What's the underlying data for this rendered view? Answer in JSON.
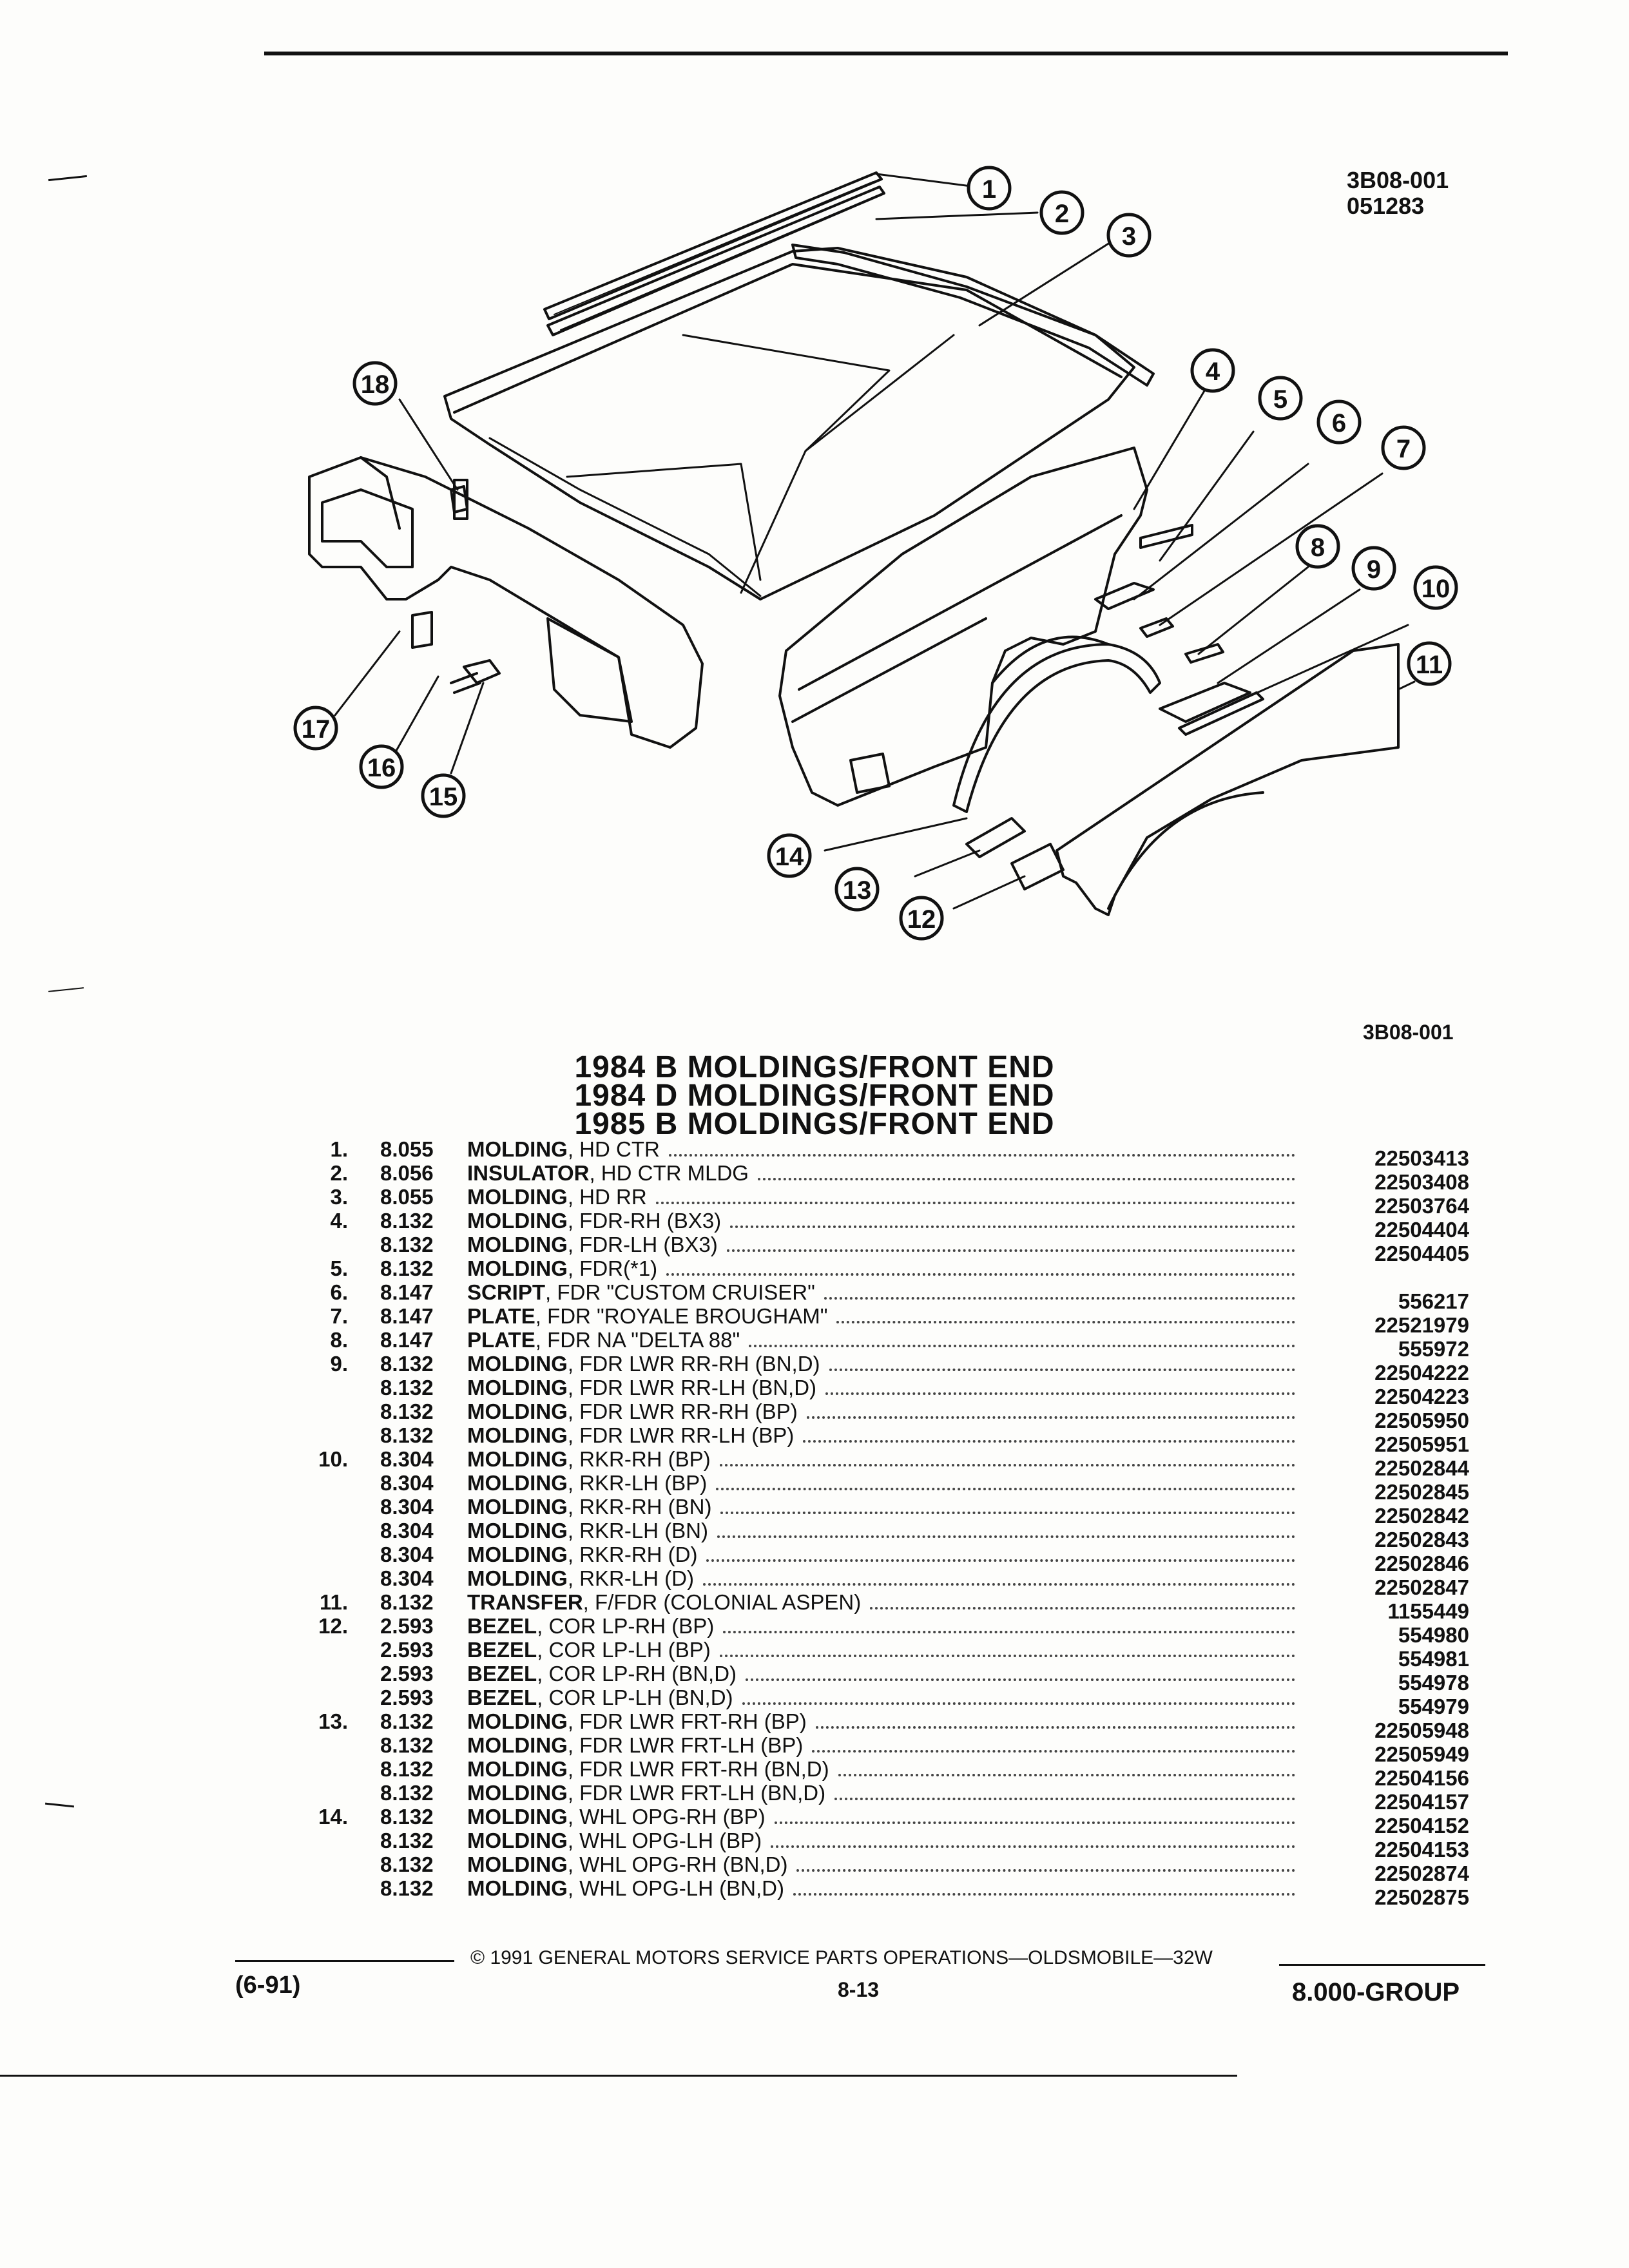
{
  "header": {
    "figure_code": "3B08-001",
    "figure_date": "051283",
    "figure_code_bottom": "3B08-001"
  },
  "callouts": [
    "1",
    "2",
    "3",
    "4",
    "5",
    "6",
    "7",
    "8",
    "9",
    "10",
    "11",
    "12",
    "13",
    "14",
    "15",
    "16",
    "17",
    "18"
  ],
  "titles": [
    "1984 B MOLDINGS/FRONT END",
    "1984 D MOLDINGS/FRONT END",
    "1985 B MOLDINGS/FRONT END"
  ],
  "parts": [
    {
      "index": "1.",
      "group": "8.055",
      "name": "MOLDING",
      "detail": ", HD CTR",
      "part": "22503413"
    },
    {
      "index": "2.",
      "group": "8.056",
      "name": "INSULATOR",
      "detail": ", HD CTR MLDG",
      "part": "22503408"
    },
    {
      "index": "3.",
      "group": "8.055",
      "name": "MOLDING",
      "detail": ", HD RR",
      "part": "22503764"
    },
    {
      "index": "4.",
      "group": "8.132",
      "name": "MOLDING",
      "detail": ", FDR-RH (BX3)",
      "part": "22504404"
    },
    {
      "index": "",
      "group": "8.132",
      "name": "MOLDING",
      "detail": ", FDR-LH (BX3)",
      "part": "22504405"
    },
    {
      "index": "5.",
      "group": "8.132",
      "name": "MOLDING",
      "detail": ", FDR(*1)",
      "part": ""
    },
    {
      "index": "6.",
      "group": "8.147",
      "name": "SCRIPT",
      "detail": ", FDR \"CUSTOM CRUISER\"",
      "part": "556217"
    },
    {
      "index": "7.",
      "group": "8.147",
      "name": "PLATE",
      "detail": ", FDR \"ROYALE BROUGHAM\"",
      "part": "22521979"
    },
    {
      "index": "8.",
      "group": "8.147",
      "name": "PLATE",
      "detail": ", FDR NA \"DELTA 88\"",
      "part": "555972"
    },
    {
      "index": "9.",
      "group": "8.132",
      "name": "MOLDING",
      "detail": ", FDR LWR RR-RH (BN,D)",
      "part": "22504222"
    },
    {
      "index": "",
      "group": "8.132",
      "name": "MOLDING",
      "detail": ", FDR LWR RR-LH (BN,D)",
      "part": "22504223"
    },
    {
      "index": "",
      "group": "8.132",
      "name": "MOLDING",
      "detail": ", FDR LWR RR-RH (BP)",
      "part": "22505950"
    },
    {
      "index": "",
      "group": "8.132",
      "name": "MOLDING",
      "detail": ", FDR LWR RR-LH (BP)",
      "part": "22505951"
    },
    {
      "index": "10.",
      "group": "8.304",
      "name": "MOLDING",
      "detail": ", RKR-RH (BP)",
      "part": "22502844"
    },
    {
      "index": "",
      "group": "8.304",
      "name": "MOLDING",
      "detail": ", RKR-LH (BP)",
      "part": "22502845"
    },
    {
      "index": "",
      "group": "8.304",
      "name": "MOLDING",
      "detail": ", RKR-RH (BN)",
      "part": "22502842"
    },
    {
      "index": "",
      "group": "8.304",
      "name": "MOLDING",
      "detail": ", RKR-LH (BN)",
      "part": "22502843"
    },
    {
      "index": "",
      "group": "8.304",
      "name": "MOLDING",
      "detail": ", RKR-RH (D)",
      "part": "22502846"
    },
    {
      "index": "",
      "group": "8.304",
      "name": "MOLDING",
      "detail": ", RKR-LH (D)",
      "part": "22502847"
    },
    {
      "index": "11.",
      "group": "8.132",
      "name": "TRANSFER",
      "detail": ", F/FDR (COLONIAL ASPEN)",
      "part": "1155449"
    },
    {
      "index": "12.",
      "group": "2.593",
      "name": "BEZEL",
      "detail": ", COR LP-RH (BP)",
      "part": "554980"
    },
    {
      "index": "",
      "group": "2.593",
      "name": "BEZEL",
      "detail": ", COR LP-LH (BP)",
      "part": "554981"
    },
    {
      "index": "",
      "group": "2.593",
      "name": "BEZEL",
      "detail": ", COR LP-RH (BN,D)",
      "part": "554978"
    },
    {
      "index": "",
      "group": "2.593",
      "name": "BEZEL",
      "detail": ", COR LP-LH (BN,D)",
      "part": "554979"
    },
    {
      "index": "13.",
      "group": "8.132",
      "name": "MOLDING",
      "detail": ", FDR LWR FRT-RH (BP)",
      "part": "22505948"
    },
    {
      "index": "",
      "group": "8.132",
      "name": "MOLDING",
      "detail": ", FDR LWR FRT-LH (BP)",
      "part": "22505949"
    },
    {
      "index": "",
      "group": "8.132",
      "name": "MOLDING",
      "detail": ", FDR LWR FRT-RH (BN,D)",
      "part": "22504156"
    },
    {
      "index": "",
      "group": "8.132",
      "name": "MOLDING",
      "detail": ", FDR LWR FRT-LH (BN,D)",
      "part": "22504157"
    },
    {
      "index": "14.",
      "group": "8.132",
      "name": "MOLDING",
      "detail": ", WHL OPG-RH (BP)",
      "part": "22504152"
    },
    {
      "index": "",
      "group": "8.132",
      "name": "MOLDING",
      "detail": ", WHL OPG-LH (BP)",
      "part": "22504153"
    },
    {
      "index": "",
      "group": "8.132",
      "name": "MOLDING",
      "detail": ", WHL OPG-RH (BN,D)",
      "part": "22502874"
    },
    {
      "index": "",
      "group": "8.132",
      "name": "MOLDING",
      "detail": ", WHL OPG-LH (BN,D)",
      "part": "22502875"
    }
  ],
  "footer": {
    "copyright": "© 1991 GENERAL MOTORS SERVICE PARTS OPERATIONS—OLDSMOBILE—32W",
    "revision": "(6-91)",
    "page": "8-13",
    "group": "8.000-GROUP"
  }
}
